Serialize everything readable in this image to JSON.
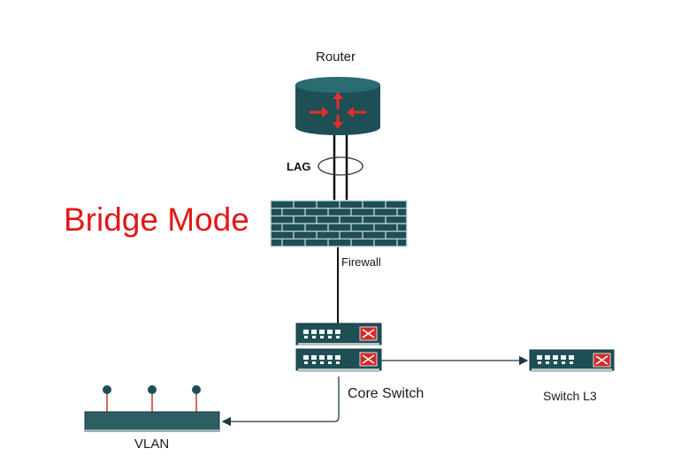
{
  "title": "Bridge Mode",
  "nodes": {
    "router": {
      "label": "Router",
      "icon": "router-icon"
    },
    "firewall": {
      "label": "Firewall",
      "icon": "firewall-brick-icon"
    },
    "core_switch": {
      "label": "Core Switch",
      "icon": "switch-stack-icon"
    },
    "switch_l3": {
      "label": "Switch L3",
      "icon": "switch-icon"
    },
    "vlan": {
      "label": "VLAN",
      "icon": "vlan-bus-icon"
    }
  },
  "links": {
    "lag": {
      "label": "LAG"
    }
  },
  "colors": {
    "device": "#1e4f55",
    "device_highlight": "#2b6b72",
    "switch_accent": "#d22a2a",
    "router_arrows": "#e0302a",
    "title": "#e01818",
    "line": "#1f3540"
  }
}
